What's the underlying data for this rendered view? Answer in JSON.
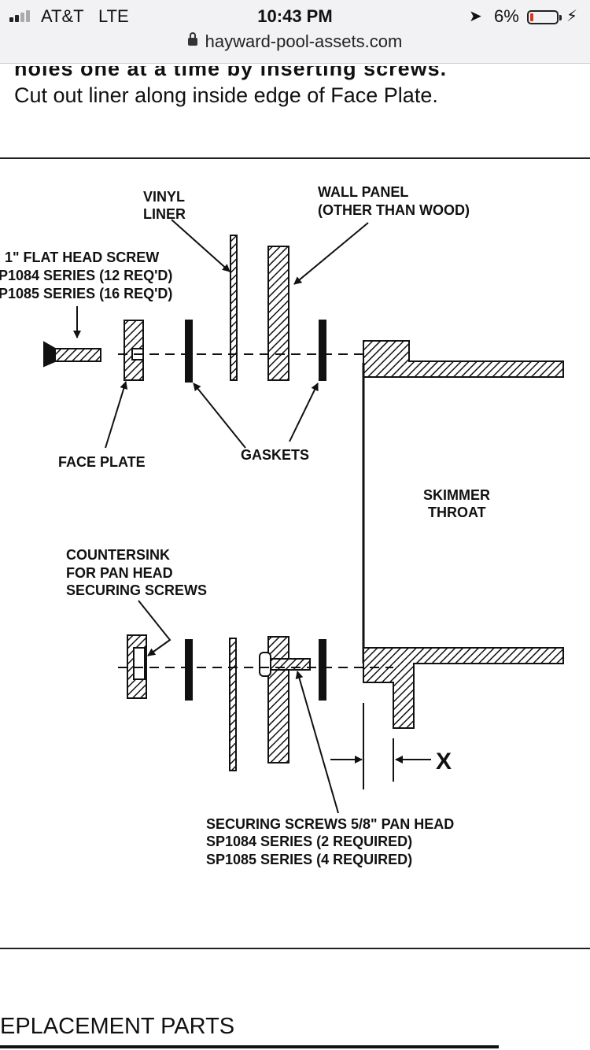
{
  "status_bar": {
    "carrier": "AT&T",
    "network": "LTE",
    "time": "10:43 PM",
    "battery_percent": "6%",
    "signal_bars": 2,
    "url": "hayward-pool-assets.com"
  },
  "article": {
    "line_partial": "holes one at a time by inserting screws.",
    "line_2": "Cut out liner along inside edge of Face Plate.",
    "section_heading": "EPLACEMENT PARTS"
  },
  "diagram_labels": {
    "vinyl_liner_1": "VINYL",
    "vinyl_liner_2": "LINER",
    "wall_panel_1": "WALL PANEL",
    "wall_panel_2": "(OTHER THAN WOOD)",
    "flat_head_1": "1\" FLAT HEAD SCREW",
    "flat_head_2": "P1084 SERIES (12 REQ'D)",
    "flat_head_3": "P1085 SERIES (16 REQ'D)",
    "face_plate": "FACE PLATE",
    "gaskets": "GASKETS",
    "skimmer_1": "SKIMMER",
    "skimmer_2": "THROAT",
    "countersink_1": "COUNTERSINK",
    "countersink_2": "FOR PAN HEAD",
    "countersink_3": "SECURING SCREWS",
    "dimension_x": "X",
    "securing_1": "SECURING SCREWS 5/8\" PAN HEAD",
    "securing_2": "SP1084 SERIES (2 REQUIRED)",
    "securing_3": "SP1085 SERIES (4 REQUIRED)"
  }
}
